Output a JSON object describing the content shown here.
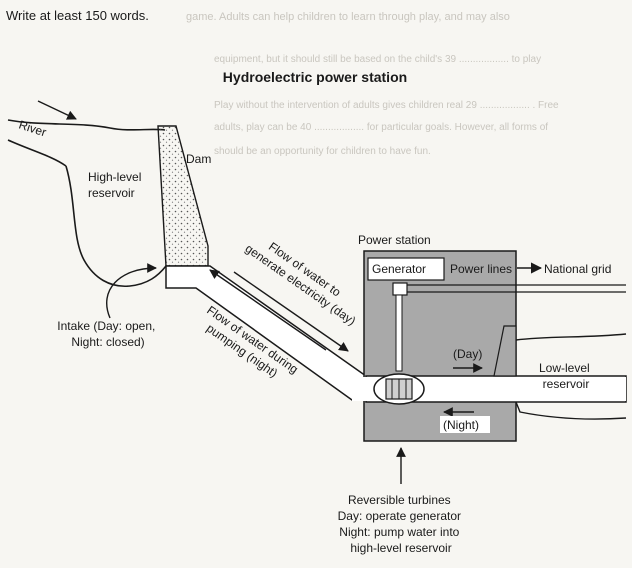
{
  "instruction": "Write at least 150 words.",
  "title": "Hydroelectric power station",
  "labels": {
    "river": "River",
    "dam": "Dam",
    "reservoir_high": [
      "High-level",
      "reservoir"
    ],
    "intake": [
      "Intake (Day: open,",
      "Night: closed)"
    ],
    "flow_day": [
      "Flow of water to",
      "generate electricity (day)"
    ],
    "flow_night": [
      "Flow of water during",
      "pumping (night)"
    ],
    "power_station": "Power station",
    "generator": "Generator",
    "power_lines": "Power lines",
    "national_grid": "National grid",
    "day": "(Day)",
    "night": "(Night)",
    "reservoir_low": [
      "Low-level",
      "reservoir"
    ],
    "turbines": [
      "Reversible turbines",
      "Day: operate generator",
      "Night: pump water into",
      "high-level reservoir"
    ]
  },
  "bleed_through_text": [
    "game. Adults can help children to learn through play, and may also",
    "equipment, but it should still be based on the child's 39 .................. to play",
    "Play without the intervention of adults gives children real 29 .................. . Free",
    "adults, play can be 40 .................. for particular goals. However, all forms of",
    "should be an opportunity for children to have fun."
  ],
  "colors": {
    "paper": "#f7f6f2",
    "station_fill": "#a9a9a9",
    "water_pipe": "#ffffff",
    "ink": "#1a1a1a",
    "bleed": "#c9c6bf"
  }
}
